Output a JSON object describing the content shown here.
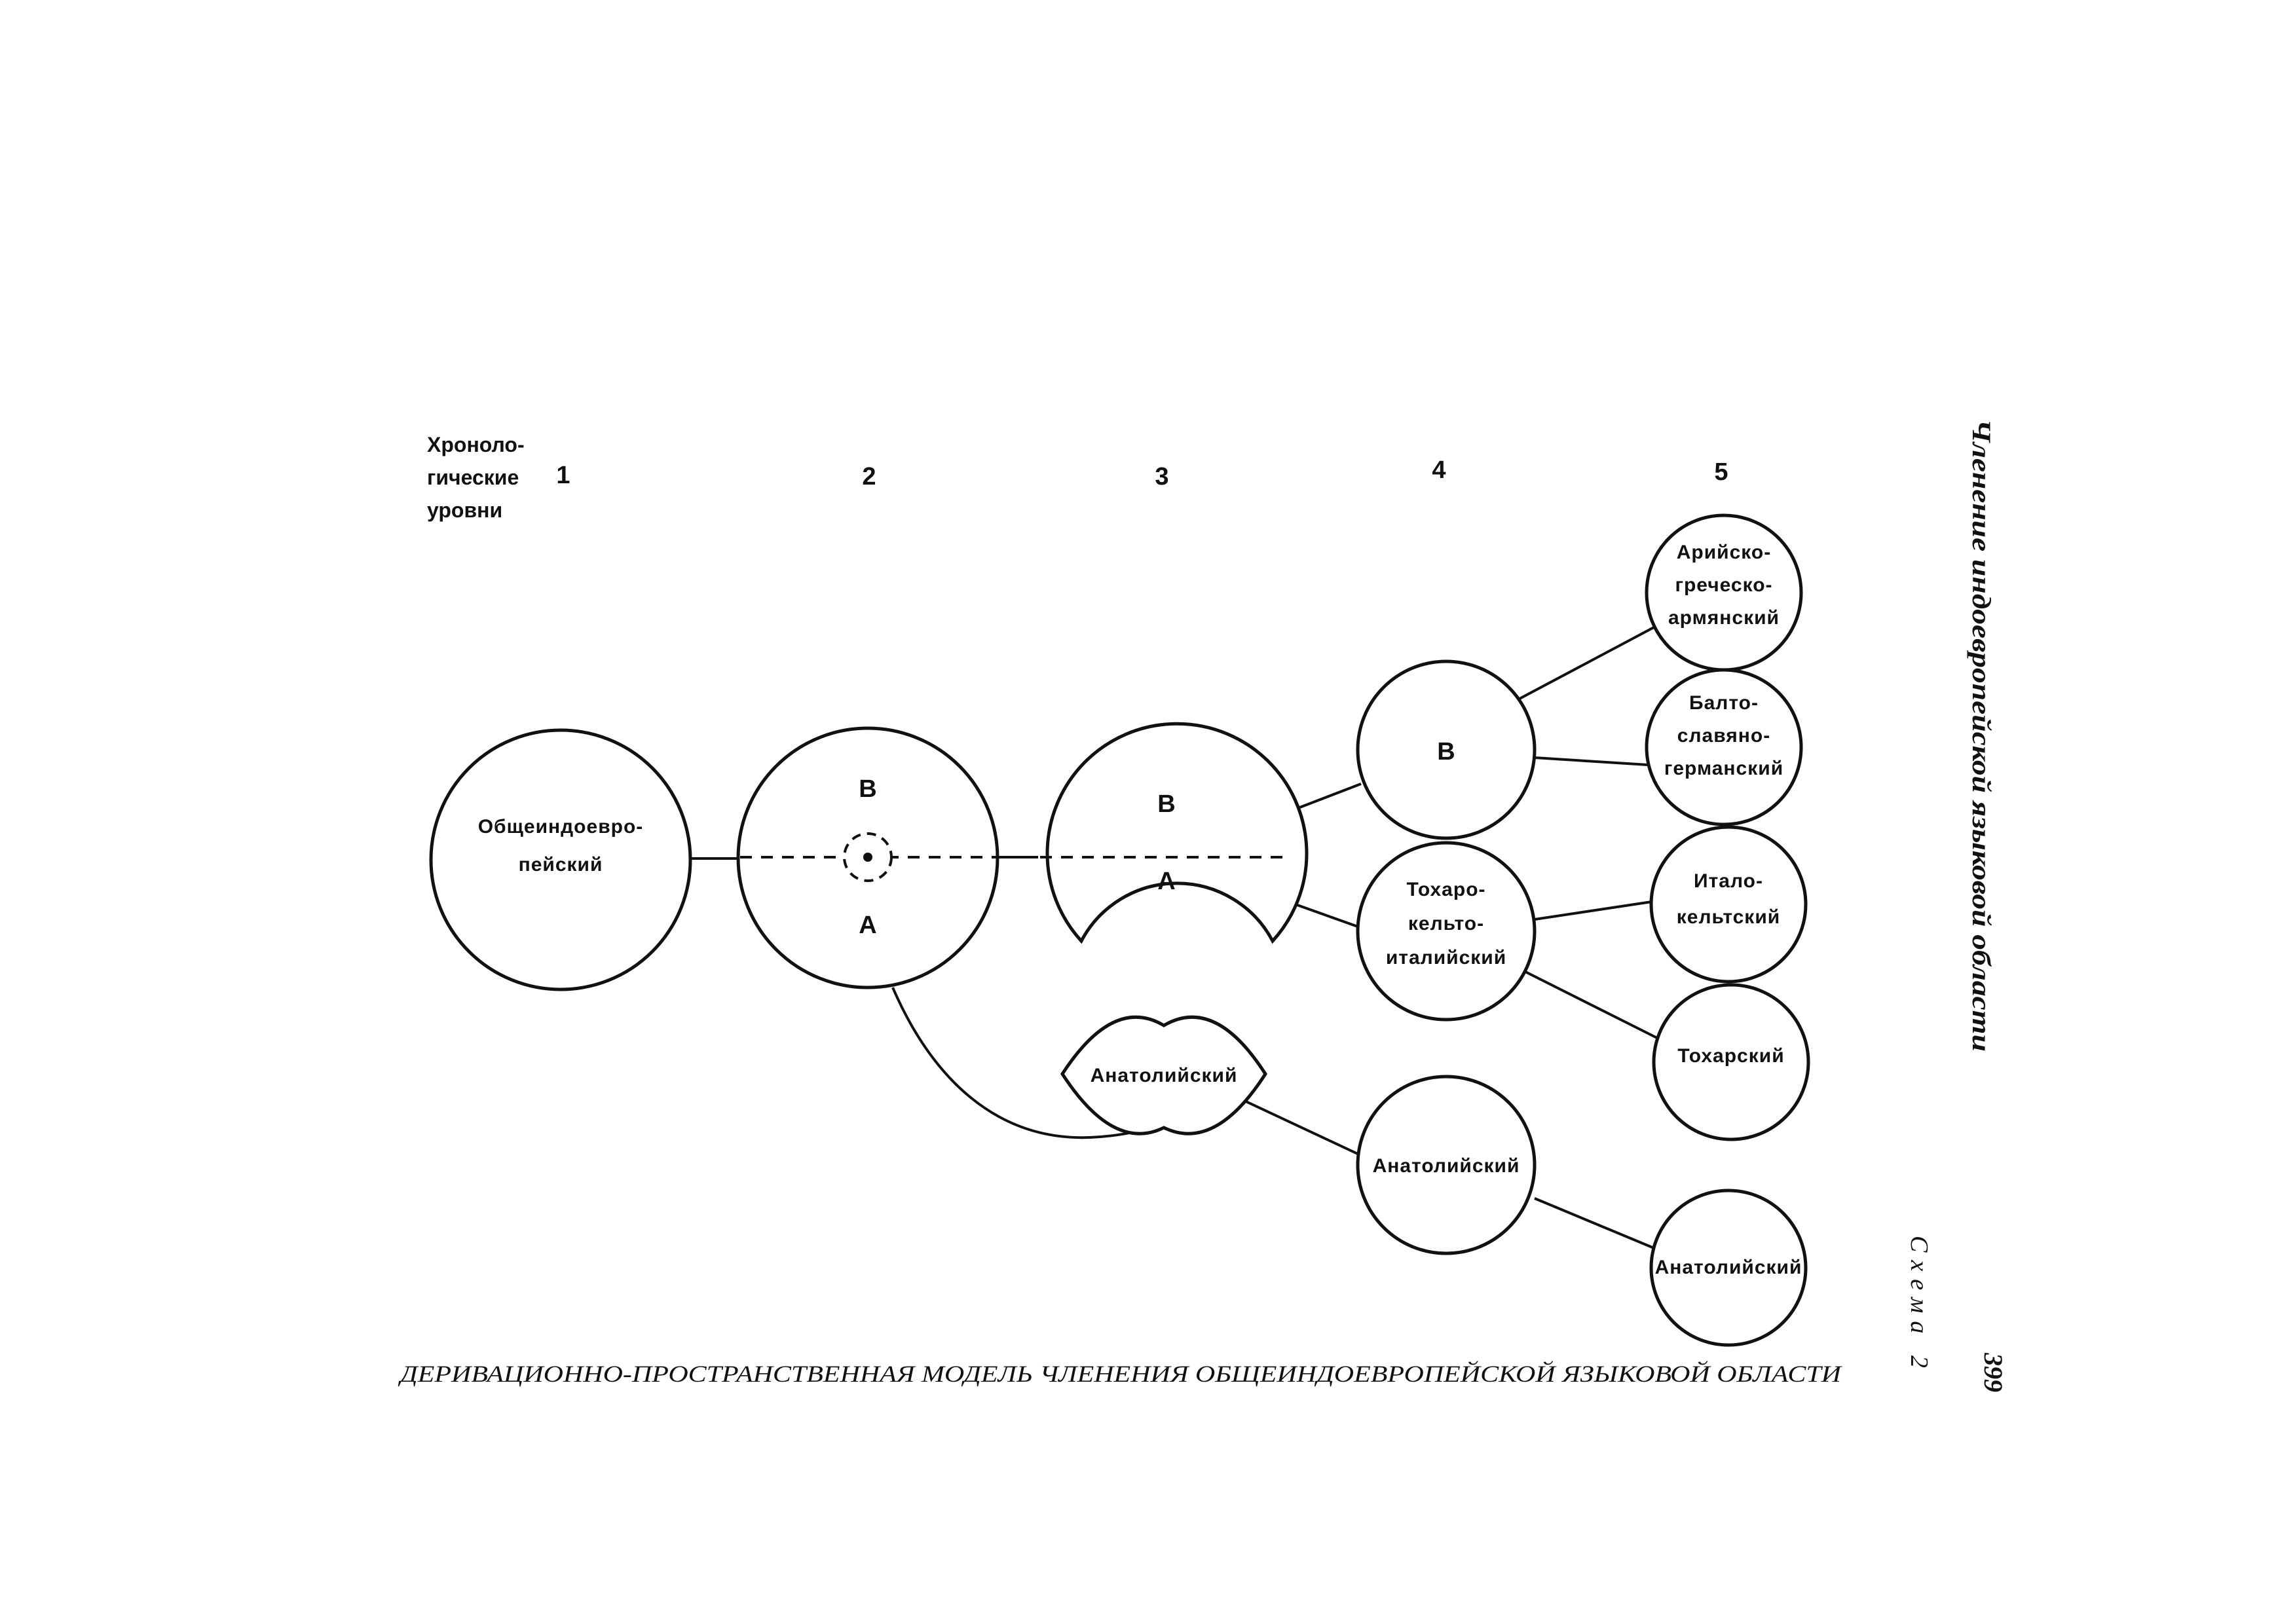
{
  "axis": {
    "label_lines": [
      "Хроноло-",
      "гические",
      "уровни"
    ],
    "levels": [
      "1",
      "2",
      "3",
      "4",
      "5"
    ]
  },
  "nodes": {
    "proto": {
      "lines": [
        "Общеиндоевро-",
        "пейский"
      ]
    },
    "level2": {
      "upper": "B",
      "lower": "A"
    },
    "level3": {
      "upper": "B",
      "lower": "A"
    },
    "anatolian_lens": {
      "label": "Анатолийский"
    },
    "level4_b": {
      "label": "B"
    },
    "level4_tocharo": {
      "lines": [
        "Тохаро-",
        "кельто-",
        "италийский"
      ]
    },
    "level4_anatolian": {
      "label": "Анатолийский"
    },
    "level5_aryan": {
      "lines": [
        "Арийско-",
        "греческо-",
        "армянский"
      ]
    },
    "level5_balto": {
      "lines": [
        "Балто-",
        "славяно-",
        "германский"
      ]
    },
    "level5_italo": {
      "lines": [
        "Итало-",
        "кельтский"
      ]
    },
    "level5_tocharian": {
      "label": "Тохарский"
    },
    "level5_anatolian": {
      "label": "Анатолийский"
    }
  },
  "caption": "ДЕРИВАЦИОННО-ПРОСТРАНСТВЕННАЯ МОДЕЛЬ ЧЛЕНЕНИЯ ОБЩЕИНДОЕВРОПЕЙСКОЙ ЯЗЫКОВОЙ ОБЛАСТИ",
  "running_head": "Членение индоевропейской языковой области",
  "scheme_label": "Схема 2",
  "page_number": "399"
}
